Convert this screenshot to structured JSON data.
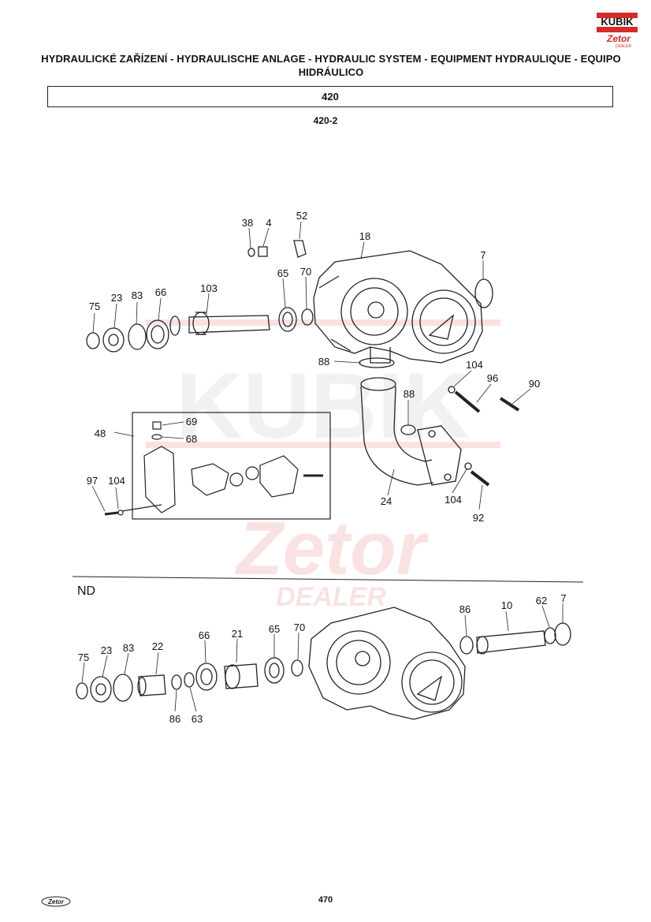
{
  "header": {
    "title": "HYDRAULICKÉ ZAŘÍZENÍ - HYDRAULISCHE ANLAGE - HYDRAULIC SYSTEM - EQUIPMENT HYDRAULIQUE - EQUIPO HIDRÁULICO",
    "section": "420",
    "subsection": "420-2"
  },
  "logo": {
    "brand": "KUBIK",
    "sub": "Zetor",
    "tag": "DEALER",
    "color": "#d42a2a"
  },
  "watermark": {
    "brand": "KUBIK",
    "sub": "Zetor",
    "tag": "DEALER"
  },
  "diagram_top": {
    "labels": [
      "38",
      "4",
      "52",
      "18",
      "7",
      "103",
      "65",
      "70",
      "75",
      "23",
      "83",
      "66",
      "88",
      "104",
      "96",
      "90",
      "88",
      "24",
      "104",
      "92",
      "69",
      "68",
      "48",
      "97",
      "104"
    ]
  },
  "diagram_bottom": {
    "variant_label": "ND",
    "labels": [
      "86",
      "10",
      "62",
      "7",
      "66",
      "21",
      "65",
      "70",
      "75",
      "23",
      "83",
      "22",
      "86",
      "63"
    ]
  },
  "footer": {
    "page_number": "470",
    "logo_text": "Zetor"
  }
}
